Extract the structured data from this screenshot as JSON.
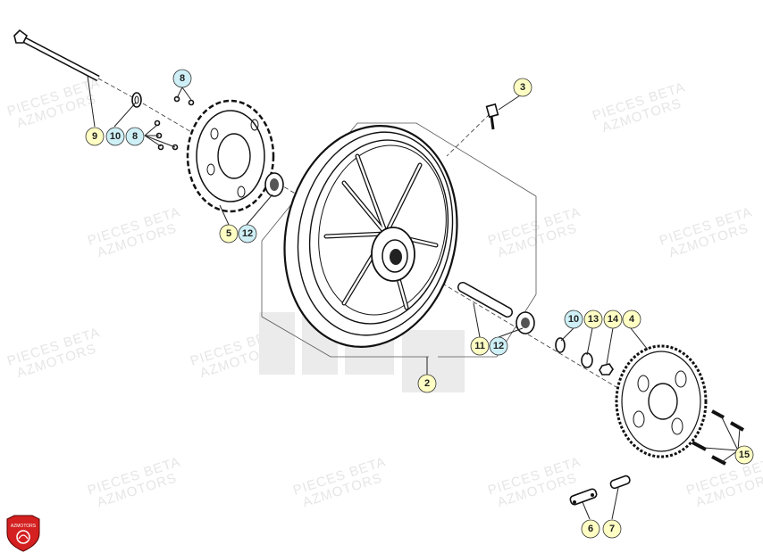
{
  "watermark": {
    "line1": "PIECES BETA",
    "line2": "AZMOTORS"
  },
  "logo": {
    "text": "AZMOTORS",
    "color": "#d42020"
  },
  "callouts": [
    {
      "id": "c1",
      "label": "2",
      "color": "#ffffc4"
    },
    {
      "id": "c2",
      "label": "3",
      "color": "#ffffc4"
    },
    {
      "id": "c3",
      "label": "4",
      "color": "#ffffc4"
    },
    {
      "id": "c4",
      "label": "5",
      "color": "#ffffc4"
    },
    {
      "id": "c5",
      "label": "6",
      "color": "#ffffc4"
    },
    {
      "id": "c6",
      "label": "7",
      "color": "#ffffc4"
    },
    {
      "id": "c7",
      "label": "8",
      "color": "#cdeff5"
    },
    {
      "id": "c8",
      "label": "8",
      "color": "#cdeff5"
    },
    {
      "id": "c9",
      "label": "9",
      "color": "#ffffc4"
    },
    {
      "id": "c10",
      "label": "10",
      "color": "#cdeff5"
    },
    {
      "id": "c11",
      "label": "10",
      "color": "#cdeff5"
    },
    {
      "id": "c12",
      "label": "11",
      "color": "#ffffc4"
    },
    {
      "id": "c13",
      "label": "12",
      "color": "#cdeff5"
    },
    {
      "id": "c14",
      "label": "12",
      "color": "#cdeff5"
    },
    {
      "id": "c15",
      "label": "13",
      "color": "#ffffc4"
    },
    {
      "id": "c16",
      "label": "14",
      "color": "#ffffc4"
    },
    {
      "id": "c17",
      "label": "15",
      "color": "#ffffc4"
    }
  ]
}
